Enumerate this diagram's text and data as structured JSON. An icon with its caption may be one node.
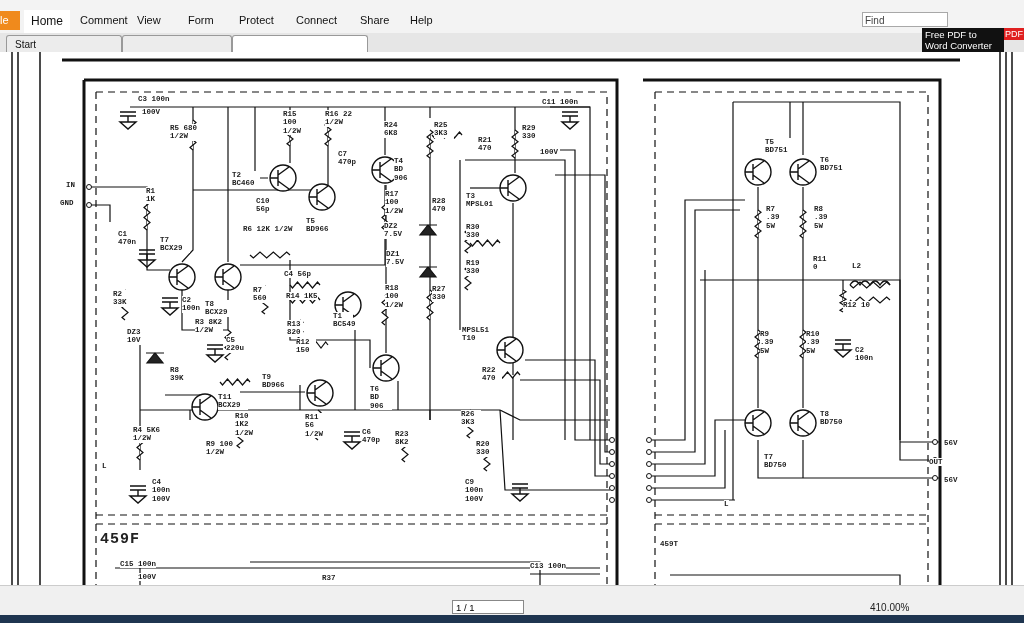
{
  "diagram": {
    "nodes": [
      {
        "text": [
          "Start"
        ]
      },
      {
        "text": [],
        "shape": "box"
      },
      {
        "text": [],
        "shape": "box"
      }
    ],
    "labels": [
      "le",
      "Home",
      "Comment",
      "View",
      "Form",
      "Protect",
      "Connect",
      "Share",
      "Help",
      "Find",
      "Free PDF to Word Converter",
      "PDF",
      "IN",
      "GND",
      "C3 100n",
      "100V",
      "R5 680 1/2W",
      "R15 100 1/2W",
      "R16 22 1/2W",
      "C7 470p",
      "T2 BC460",
      "C10 56p",
      "T5 BD966",
      "R1 1K",
      "C1 470n",
      "T7 BCX29",
      "R2 33K",
      "C2 100n",
      "T8 BCX29",
      "R6 12K 1/2W",
      "R7 560",
      "C4 56p",
      "R14 1K5",
      "T1 BC549",
      "R13 820",
      "R12 150",
      "R3 8K2 1/2W",
      "DZ3 10V",
      "C5 220u",
      "R8 39K",
      "T9 BD966",
      "T11 BCX29",
      "R10 1K2 1/2W",
      "R9 100 1/2W",
      "R11 56 1/2W",
      "C6 470p",
      "T6 BD 906",
      "R4 5K6 1/2W",
      "C4 100n 100V",
      "L",
      "R24 6K8",
      "R25 3K3",
      "R21 470",
      "R29 330",
      "C11 100n",
      "100V",
      "T4 BD 906",
      "R17 100 1/2W",
      "R28 470",
      "DZ2 7.5V",
      "T3 MPSL01",
      "R30 330",
      "DZ1 7.5V",
      "R19 330",
      "R18 100 1/2W",
      "R27 330",
      "MPSL51 T10",
      "R22 470",
      "R26 3K3",
      "R23 8K2",
      "R20 330",
      "C9 100n 100V",
      "459F",
      "C15 100n",
      "100V",
      "R37",
      "C13 100n",
      "T5 BD751",
      "T6 BD751",
      "R7 .39 5W",
      "R8 .39 5W",
      "R11 0",
      "L2",
      "R12 10",
      "R9 .39 5W",
      "R10 .39 5W",
      "C2 100n",
      "T8 BD750",
      "T7 BD750",
      "56V",
      "OUT",
      "56V",
      "L",
      "459T",
      "1 / 1",
      "410.00%"
    ]
  }
}
